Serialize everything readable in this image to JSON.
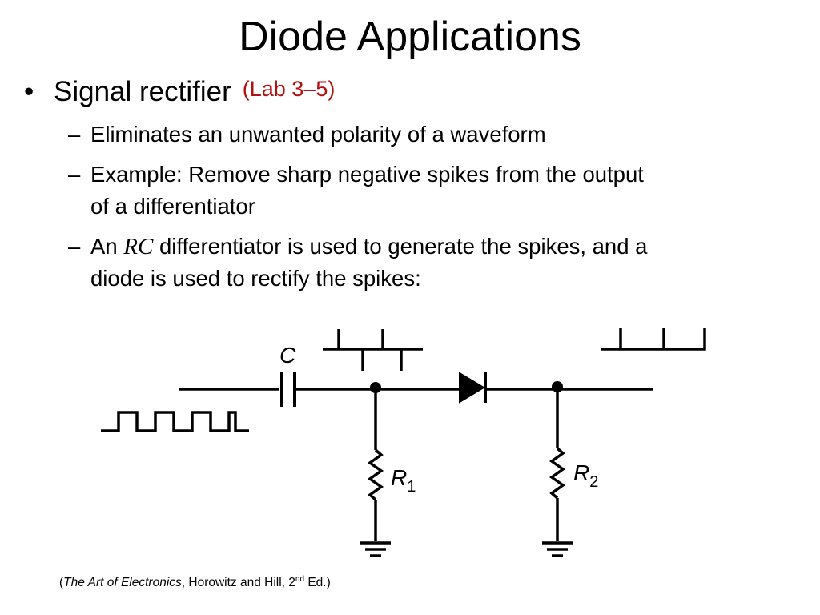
{
  "slide": {
    "title": "Diode Applications",
    "bullet": {
      "marker": "•",
      "text": "Signal rectifier",
      "reference": "(Lab 3–5)"
    },
    "subpoints": {
      "dash": "–",
      "item1": "Eliminates an unwanted polarity of a waveform",
      "item2_line1": "Example: Remove sharp negative spikes from the output",
      "item2_line2": "of a differentiator",
      "item3_prefix": "An",
      "item3_rc": "RC",
      "item3_rest": "differentiator is used to generate the spikes, and a",
      "item3_line2": "diode is used to rectify the spikes:"
    }
  },
  "circuit": {
    "capacitor_label": "C",
    "r1_letter": "R",
    "r1_sub": "1",
    "r2_letter": "R",
    "r2_sub": "2",
    "components": [
      "capacitor",
      "diode",
      "resistor-r1",
      "resistor-r2",
      "ground",
      "ground"
    ],
    "waveforms": [
      "input-square-wave",
      "differentiated-spikes",
      "rectified-spikes"
    ]
  },
  "citation": {
    "open": "(",
    "book": "The Art of Electronics",
    "authors": ", Horowitz and Hill, 2",
    "sup": "nd",
    "edition": " Ed.)"
  }
}
